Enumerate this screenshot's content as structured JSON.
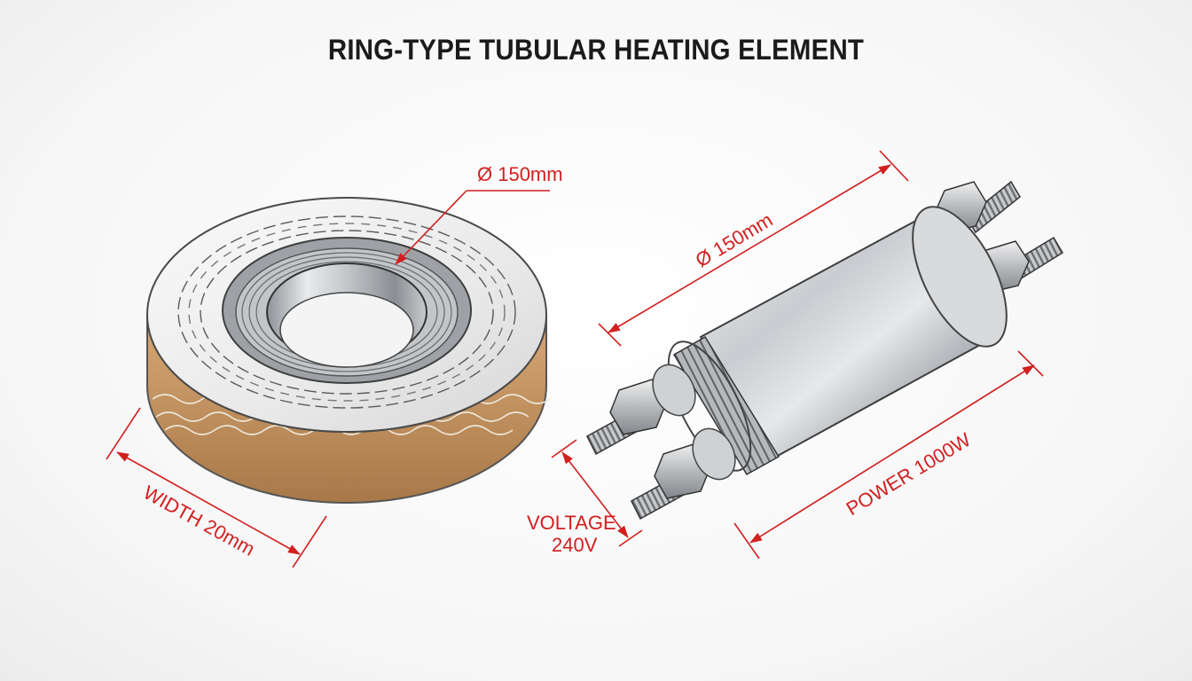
{
  "title": "RING-TYPE TUBULAR HEATING ELEMENT",
  "ring": {
    "diameter_label": "Ø 150mm",
    "width_label": "WIDTH 20mm"
  },
  "cylinder": {
    "diameter_label": "Ø 150mm",
    "power_label": "POWER 1000W",
    "voltage_line1": "VOLTAGE",
    "voltage_line2": "240V"
  },
  "colors": {
    "dimension": "#d21f1f",
    "title": "#1b1b1b",
    "steel": "#b9bcc0",
    "insulation": "#c79a6a"
  }
}
